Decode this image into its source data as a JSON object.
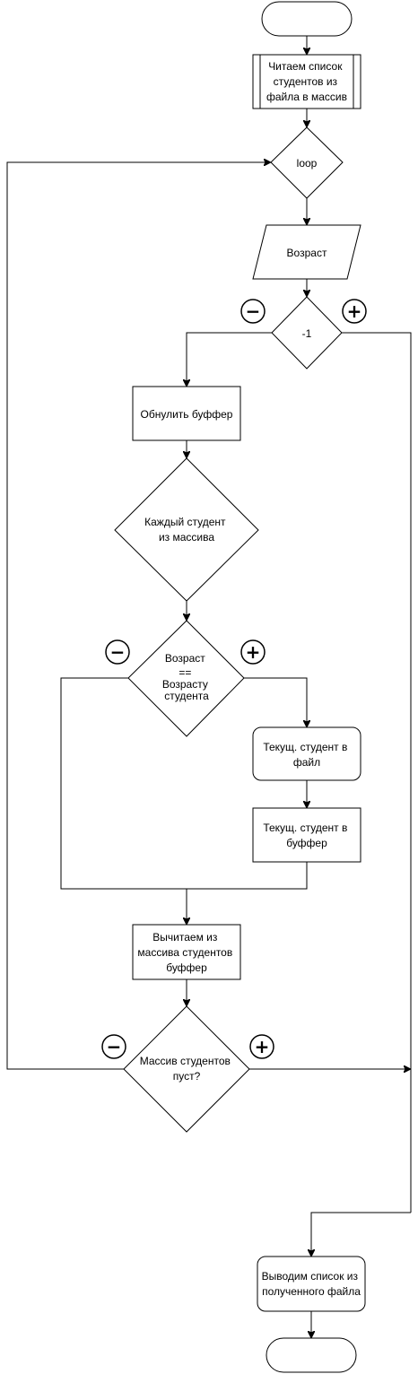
{
  "flowchart": {
    "nodes": {
      "read_students": "Читаем список студентов из файла в массив",
      "loop": "loop",
      "age_input": "Возраст",
      "neg_one": "-1",
      "clear_buffer": "Обнулить буффер",
      "each_student": "Каждый студент из массива",
      "age_compare": "Возраст == Возрасту студента",
      "current_to_file": "Текущ. студент в файл",
      "current_to_buffer": "Текущ. студент в буффер",
      "subtract_buffer": "Вычитаем из массива студентов буффер",
      "array_empty": "Массив студентов пуст?",
      "output_list": "Выводим список из полученного файла"
    },
    "signs": {
      "minus": "−",
      "plus": "+"
    }
  }
}
